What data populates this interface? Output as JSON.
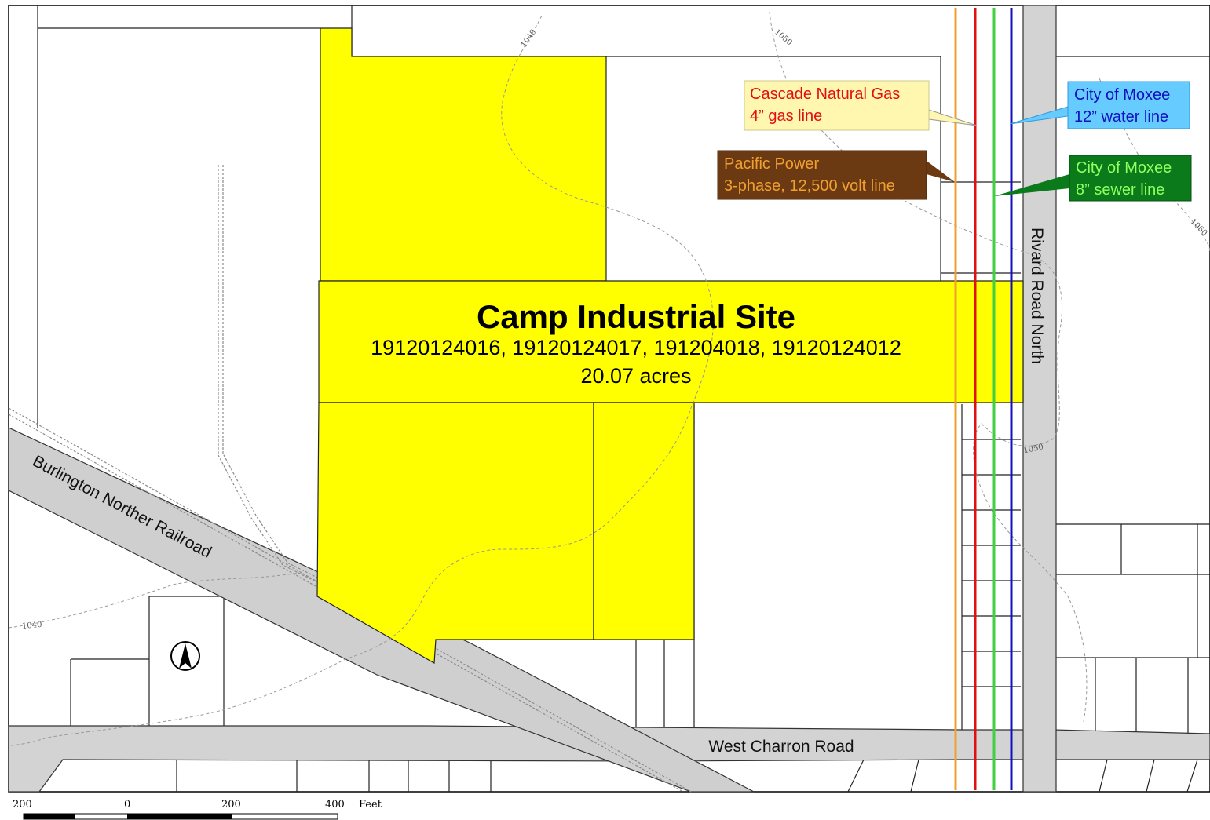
{
  "site": {
    "title": "Camp Industrial Site",
    "parcels": "19120124016, 19120124017, 191204018, 19120124012",
    "acreage": "20.07 acres",
    "fill_color": "#ffff00"
  },
  "roads": {
    "railroad": "Burlington Norther Railroad",
    "charron": "West Charron Road",
    "rivard": "Rivard Road North"
  },
  "utilities": {
    "gas": {
      "line1": "Cascade Natural Gas",
      "line2": "4” gas line",
      "color": "#e01010"
    },
    "water": {
      "line1": "City of Moxee",
      "line2": "12” water line",
      "color": "#1010c0"
    },
    "power": {
      "line1": "Pacific Power",
      "line2": "3-phase, 12,500 volt line",
      "color": "#f0a030"
    },
    "sewer": {
      "line1": "City of Moxee",
      "line2": "8” sewer line",
      "color": "#40d040"
    }
  },
  "contours": {
    "c1040_top": "1040",
    "c1050_top": "1050",
    "c1060": "1060",
    "c1050_right": "1050",
    "c1040_left": "1040"
  },
  "scale": {
    "t_200a": "200",
    "t_0": "0",
    "t_200b": "200",
    "t_400": "400",
    "unit": "Feet"
  },
  "north_arrow_icon": "north-arrow-icon"
}
